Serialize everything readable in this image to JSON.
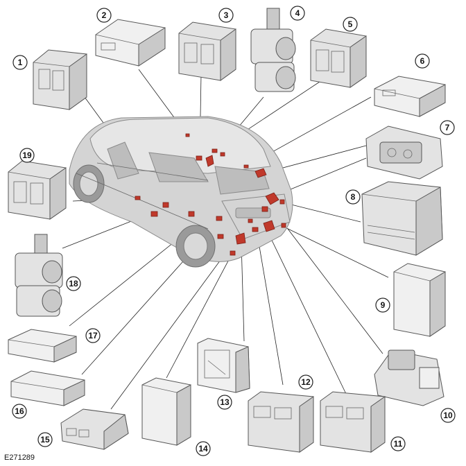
{
  "figure": {
    "reference": "E271289",
    "callouts": [
      "1",
      "2",
      "3",
      "4",
      "5",
      "6",
      "7",
      "8",
      "9",
      "10",
      "11",
      "12",
      "13",
      "14",
      "15",
      "16",
      "17",
      "18",
      "19"
    ]
  },
  "colors": {
    "highlight": "#c0392b",
    "module_fill": "#e3e3e3",
    "outline": "#222222"
  },
  "icons": {
    "vehicle": "suv-rear-three-quarter-icon",
    "module": "control-module-icon",
    "actuator": "actuator-motor-icon"
  }
}
